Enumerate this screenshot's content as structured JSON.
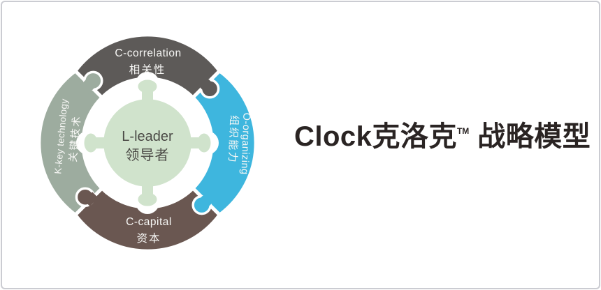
{
  "colors": {
    "background": "#ffffff",
    "frame_border": "#cbccd2",
    "segment_label_text": "#f7f7f5",
    "center_label_text": "#4b4a46",
    "gap_white": "#ffffff"
  },
  "diagram": {
    "center": {
      "label_en": "L-leader",
      "label_zh": "领导者",
      "color": "#d0e3cc"
    },
    "segments": [
      {
        "position": "top",
        "label_en": "C-correlation",
        "label_zh": "相关性",
        "color": "#5d5a58"
      },
      {
        "position": "right",
        "label_en": "O-organizing",
        "label_zh": "组织能力",
        "color": "#3eb6de"
      },
      {
        "position": "bottom",
        "label_en": "C-capital",
        "label_zh": "资本",
        "color": "#6a5751"
      },
      {
        "position": "left",
        "label_en": "K-key technology",
        "label_zh": "关键技术",
        "color": "#9dac9f"
      }
    ]
  },
  "title": {
    "part1": "Clock克洛克",
    "trademark": "TM",
    "part2": "战略模型",
    "color": "#2a2423"
  }
}
